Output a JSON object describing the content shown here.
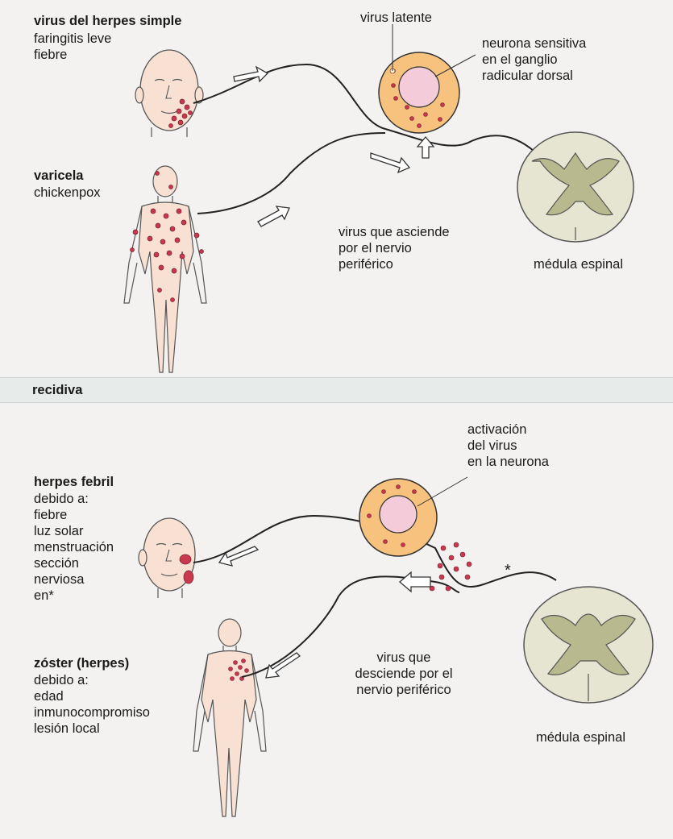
{
  "primary": {
    "hsv_title": "virus del herpes simple",
    "hsv_symptoms": "faringitis leve\nfiebre",
    "varicella_title": "varicela",
    "varicella_subtitle": "chickenpox",
    "latent_label": "virus latente",
    "neuron_label": "neurona sensitiva\nen el ganglio\nradicular dorsal",
    "ascending_label": "virus que asciende\npor el nervio\nperiférico",
    "spinal_label": "médula espinal"
  },
  "recurrence": {
    "section_title": "recidiva",
    "cold_sore_title": "herpes febril",
    "cold_sore_causes": "debido a:\nfiebre\nluz solar\nmenstruación\nsección\nnerviosa\nen*",
    "activation_label": "activación\ndel virus\nen la neurona",
    "asterisk": "*",
    "descending_label": "virus que\ndesciende por el\nnervio periférico",
    "zoster_title": "zóster (herpes)",
    "zoster_causes": "debido a:\nedad\ninmunocompromiso\nlesión local",
    "spinal_label": "médula espinal"
  },
  "colors": {
    "neuron_outer": "#f6c27e",
    "neuron_inner": "#f3cbd9",
    "virus_dot": "#c8384f",
    "skin": "#f8e1d2",
    "spinal_gray": "#b9b98f",
    "spinal_white": "#e5e5d2",
    "band": "#e7eceb"
  }
}
